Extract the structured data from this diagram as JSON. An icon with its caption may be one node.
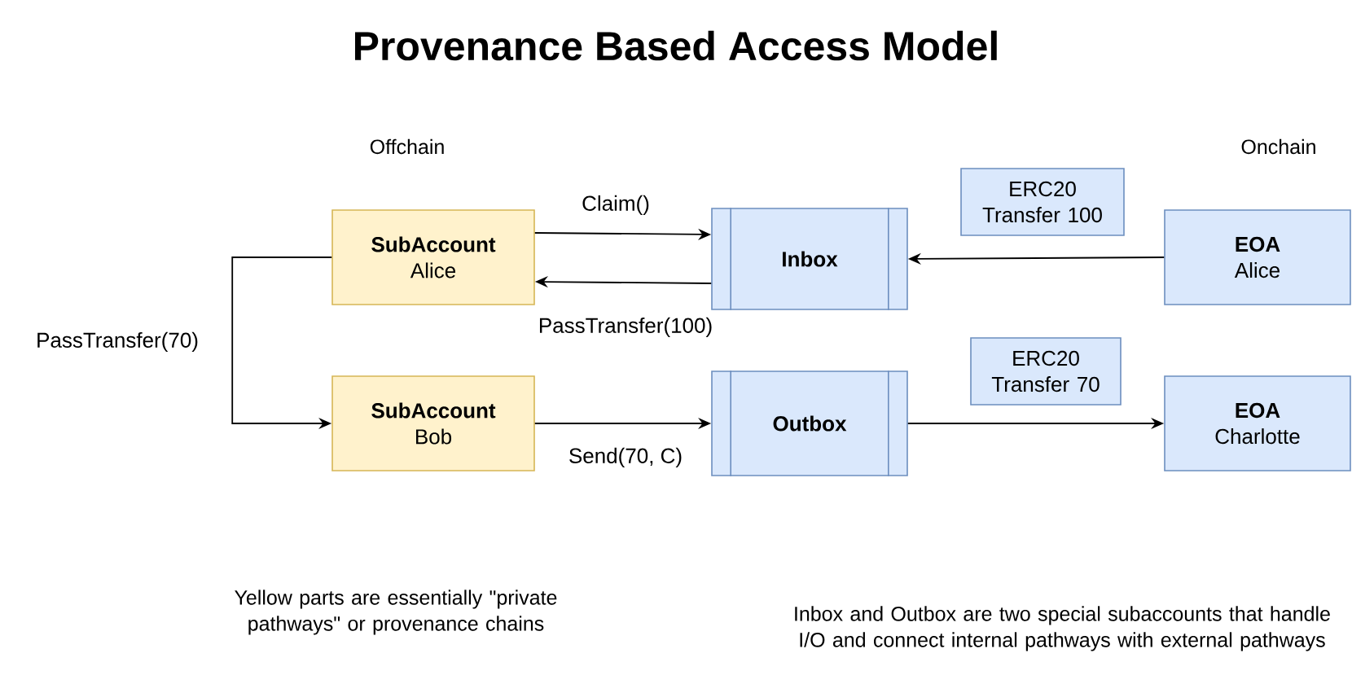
{
  "diagram": {
    "title": "Provenance Based Access Model",
    "nodes": [
      {
        "text": [
          "SubAccount",
          "Alice"
        ]
      },
      {
        "text": [
          "Inbox"
        ]
      },
      {
        "text": [
          "EOA",
          "Alice"
        ]
      },
      {
        "text": [
          "ERC20 Transfer 100"
        ]
      },
      {
        "text": [
          "SubAccount",
          "Bob"
        ]
      },
      {
        "text": [
          "Outbox"
        ]
      },
      {
        "text": [
          "ERC20 Transfer 70"
        ]
      },
      {
        "text": [
          "EOA",
          "Charlotte"
        ]
      }
    ],
    "edges": [
      {
        "from": 0,
        "to": 1,
        "arrow": "to",
        "label": "Claim()"
      },
      {
        "from": 1,
        "to": 0,
        "arrow": "to",
        "label": "PassTransfer(100)"
      },
      {
        "from": 2,
        "to": 1,
        "arrow": "to"
      },
      {
        "from": 0,
        "to": 4,
        "arrow": "to",
        "label": "PassTransfer(70)"
      },
      {
        "from": 4,
        "to": 5,
        "arrow": "to",
        "label": "Send(70, C)"
      },
      {
        "from": 5,
        "to": 7,
        "arrow": "to"
      }
    ],
    "labels": [
      "Offchain",
      "Onchain",
      "Yellow parts are essentially \"private pathways\" or provenance chains",
      "Inbox and Outbox are two special subaccounts that handle I/O and connect internal pathways with external pathways"
    ]
  }
}
